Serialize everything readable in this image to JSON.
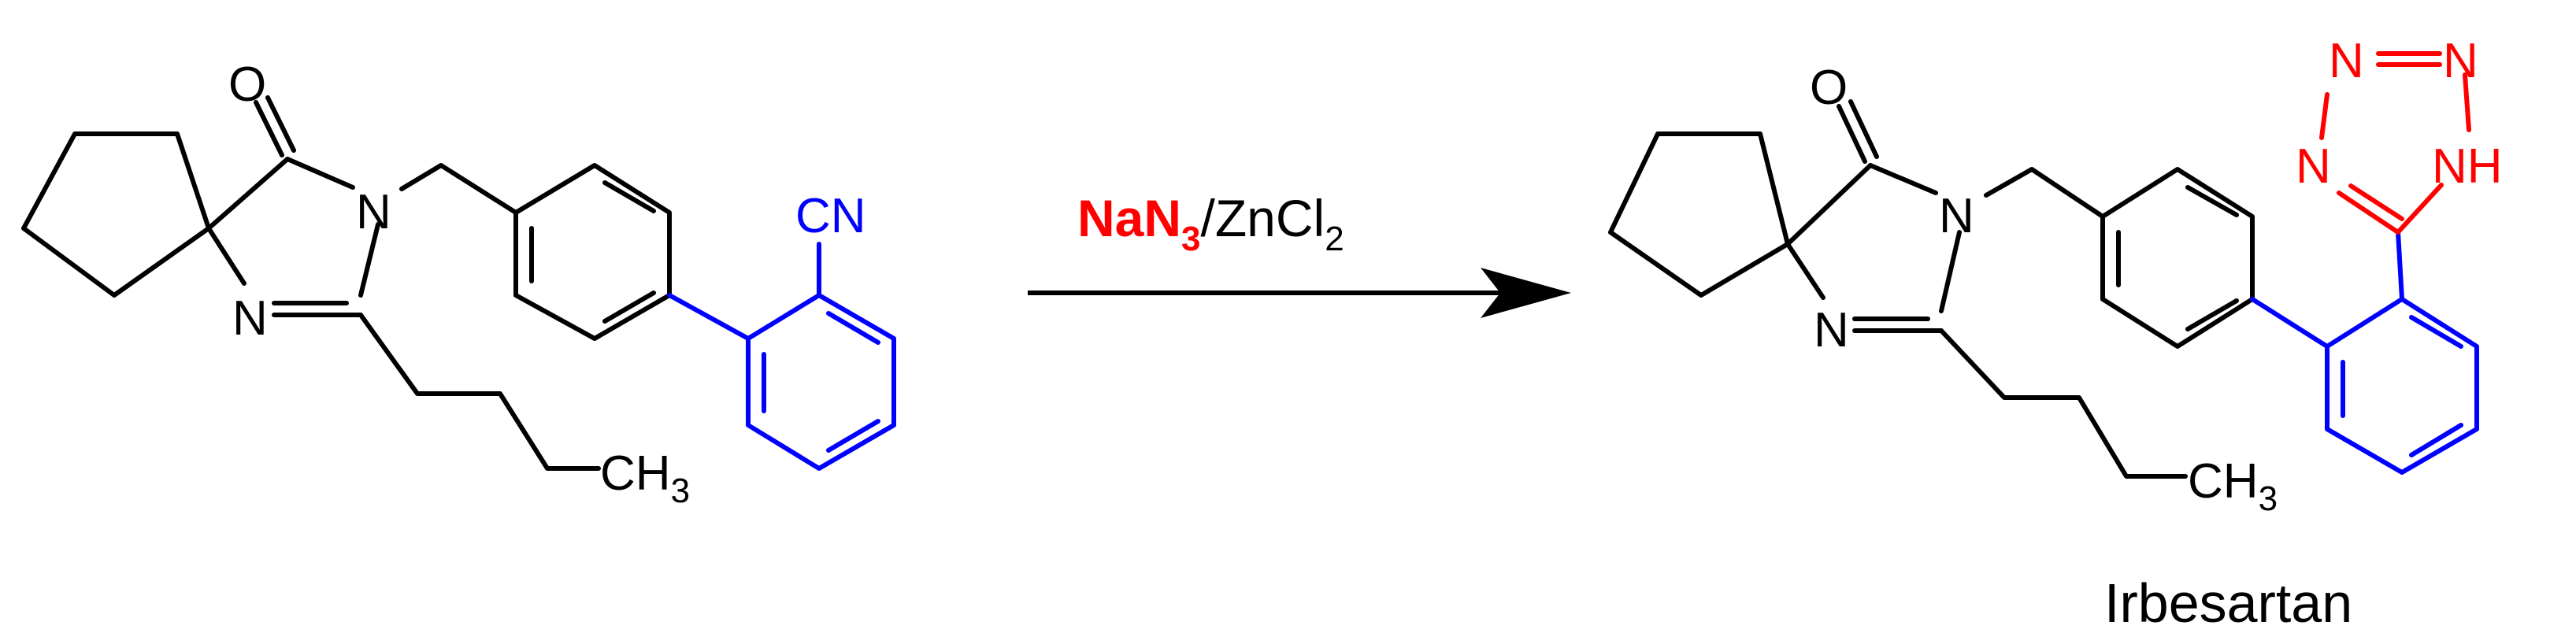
{
  "colors": {
    "bond": "#000000",
    "phenyl": "#0000ff",
    "nitrile": "#0000ff",
    "tetrazole": "#ff0000",
    "reagent_highlight": "#ff0000",
    "background": "#ffffff"
  },
  "starting_material": {
    "carbonyl_oxygen": "O",
    "amide_nitrogen": "N",
    "imine_nitrogen": "N",
    "nitrile_group": "CN",
    "methyl_label": "CH",
    "methyl_subscript": "3"
  },
  "reagents": {
    "azide_main": "NaN",
    "azide_subscript": "3",
    "separator": "/ZnCl",
    "zinc_subscript": "2"
  },
  "product": {
    "carbonyl_oxygen": "O",
    "amide_nitrogen": "N",
    "imine_nitrogen": "N",
    "tetrazole_n1": "N",
    "tetrazole_n2": "N",
    "tetrazole_n3": "N",
    "tetrazole_nh": "NH",
    "methyl_label": "CH",
    "methyl_subscript": "3",
    "name": "Irbesartan"
  }
}
